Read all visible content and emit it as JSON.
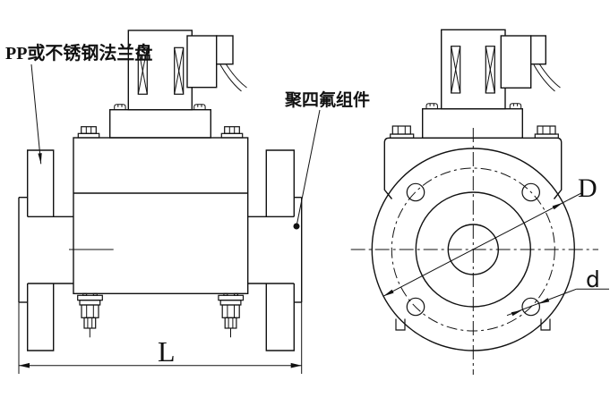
{
  "colors": {
    "background": "#ffffff",
    "line": "#111111"
  },
  "annotations": {
    "flange_label": "PP或不锈钢法兰盘",
    "ptfe_label": "聚四氟组件"
  },
  "dimensions": {
    "length_label": "L",
    "outer_diameter_label": "D",
    "bolt_hole_label": "d"
  }
}
